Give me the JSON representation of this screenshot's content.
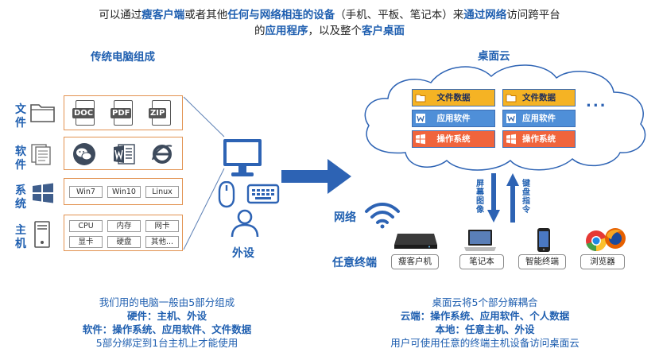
{
  "top": {
    "line1_p1": "可以通过",
    "line1_b1": "瘦客户端",
    "line1_p2": "或者其他",
    "line1_b2": "任何与网络相连的设备",
    "line1_p3": "（手机、平板、笔记本）来",
    "line1_b3": "通过网络",
    "line1_p4": "访问跨平台",
    "line2_p1": "的",
    "line2_b1": "应用程序",
    "line2_p2": "，以及整个",
    "line2_b2": "客户桌面"
  },
  "left": {
    "title": "传统电脑组成",
    "labels": {
      "file": [
        "文",
        "件"
      ],
      "software": [
        "软",
        "件"
      ],
      "system": [
        "系",
        "统"
      ],
      "host": [
        "主",
        "机"
      ]
    },
    "file_icons": [
      "DOC",
      "PDF",
      "ZIP"
    ],
    "os_items": [
      "Win7",
      "Win10",
      "Linux"
    ],
    "hw_items": [
      "CPU",
      "内存",
      "网卡",
      "显卡",
      "硬盘",
      "其他..."
    ]
  },
  "center": {
    "peripherals_label": "外设"
  },
  "cloud": {
    "title": "桌面云",
    "ellipsis": "...",
    "stack1": [
      "文件数据",
      "应用软件",
      "操作系统"
    ],
    "stack2": [
      "文件数据",
      "应用软件",
      "操作系统"
    ],
    "arrow_down_label": [
      "屏",
      "幕",
      "图",
      "像"
    ],
    "arrow_up_label": [
      "键",
      "盘",
      "指",
      "令"
    ]
  },
  "right": {
    "network_label": "网络",
    "terminal_label": "任意终端",
    "devices": [
      "瘦客户机",
      "笔记本",
      "智能终端",
      "浏览器"
    ]
  },
  "bottom_left": {
    "line1": "我们用的电脑一般由5部分组成",
    "line2": "硬件：主机、外设",
    "line3": "软件：操作系统、应用软件、文件数据",
    "line4": "5部分绑定到1台主机上才能使用"
  },
  "bottom_right": {
    "line1": "桌面云将5个部分解耦合",
    "line2": "云端：操作系统、应用软件、个人数据",
    "line3": "本地：任意主机、外设",
    "line4": "用户可使用任意的终端主机设备访问桌面云"
  },
  "colors": {
    "accent_blue": "#1f5fb0",
    "border_orange": "#e29250",
    "row_yellow": "#f5b324",
    "row_blue": "#4f8fd8",
    "row_red": "#f0643c"
  }
}
